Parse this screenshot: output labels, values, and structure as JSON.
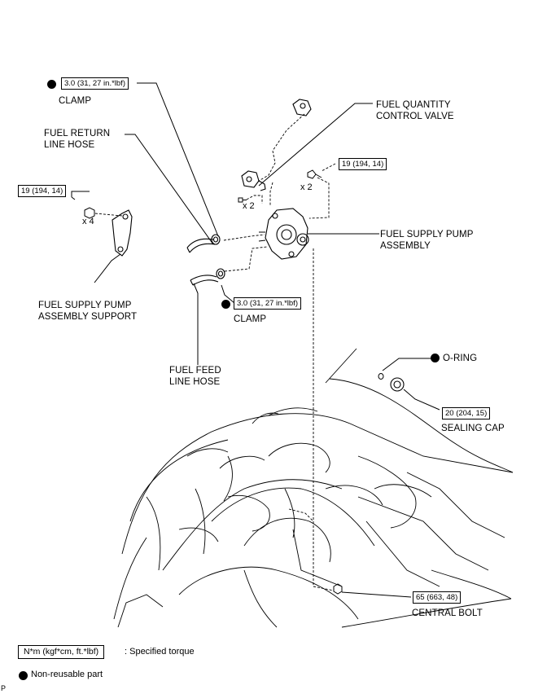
{
  "labels": {
    "clamp_upper": "CLAMP",
    "clamp_lower": "CLAMP",
    "fuel_return_hose": "FUEL RETURN\nLINE HOSE",
    "fuel_quantity_valve": "FUEL QUANTITY\nCONTROL VALVE",
    "fuel_supply_pump": "FUEL SUPPLY PUMP\nASSEMBLY",
    "pump_support": "FUEL SUPPLY PUMP\nASSEMBLY SUPPORT",
    "fuel_feed_hose": "FUEL FEED\nLINE HOSE",
    "o_ring": "O-RING",
    "sealing_cap": "SEALING CAP",
    "central_bolt": "CENTRAL BOLT"
  },
  "torques": {
    "clamp_upper": "3.0 (31, 27 in.*lbf)",
    "clamp_lower": "3.0 (31, 27 in.*lbf)",
    "pump_bolts": "19 (194, 14)",
    "support_bolts": "19 (194, 14)",
    "sealing_cap": "20 (204, 15)",
    "central_bolt": "65 (663, 48)"
  },
  "quantities": {
    "support_bolts": "x 4",
    "valve_bolts": "x 2",
    "pump_bolts": "x 2"
  },
  "legend": {
    "units_box": "N*m (kgf*cm, ft.*lbf)",
    "units_text": ": Specified torque",
    "nonreusable_text": "Non-reusable part"
  },
  "corner_mark": "P",
  "colors": {
    "line": "#000000",
    "background": "#ffffff"
  }
}
